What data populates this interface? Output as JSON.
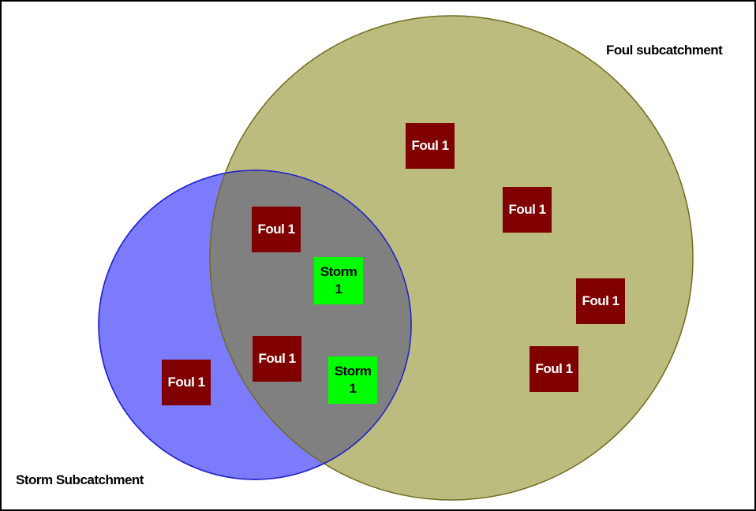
{
  "labels": {
    "foul_subcatchment": "Foul subcatchment",
    "storm_subcatchment": "Storm Subcatchment"
  },
  "nodes": [
    {
      "type": "foul",
      "text": "Foul 1"
    },
    {
      "type": "foul",
      "text": "Foul 1"
    },
    {
      "type": "foul",
      "text": "Foul 1"
    },
    {
      "type": "foul",
      "text": "Foul 1"
    },
    {
      "type": "foul",
      "text": "Foul 1"
    },
    {
      "type": "foul",
      "text": "Foul 1"
    },
    {
      "type": "foul",
      "text": "Foul 1"
    },
    {
      "type": "storm",
      "text": "Storm\n1"
    },
    {
      "type": "storm",
      "text": "Storm\n1"
    }
  ],
  "colors": {
    "foul_region": "#bdbc7f",
    "storm_region": "#7b7bfc",
    "overlap_region": "#808080",
    "foul_node": "#800000",
    "storm_node": "#00ff00"
  }
}
